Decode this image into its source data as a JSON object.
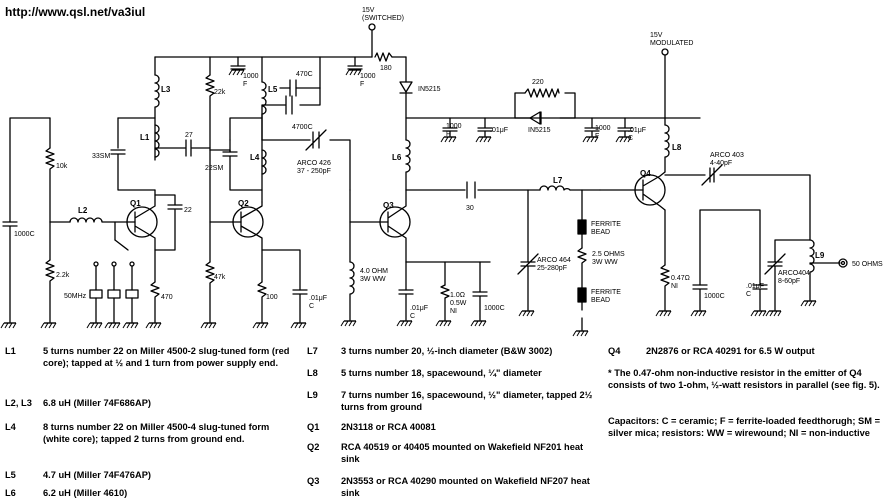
{
  "url": "http://www.qsl.net/va3iul",
  "labels": {
    "supply_switched": "15V\n(SWITCHED)",
    "supply_modulated": "15V\nMODULATED",
    "l1": "L1",
    "l2": "L2",
    "l3": "L3",
    "l4": "L4",
    "l5": "L5",
    "l6": "L6",
    "l7": "L7",
    "l8": "L8",
    "l9": "L9",
    "q1": "Q1",
    "q2": "Q2",
    "q3": "Q3",
    "q4": "Q4",
    "r_10k": "10k",
    "r_22k": "22k",
    "r_2_2k": "2.2k",
    "r_470": "470",
    "r_47k": "47k",
    "r_100": "100",
    "r_180": "180",
    "r_220": "220",
    "r_4ohm": "4.0 OHM\n3W WW",
    "r_1ohm": "1.0Ω\n0.5W\nNI",
    "r_25ohm": "2.5 OHMS\n3W WW",
    "r_047": "0.47Ω\nNI",
    "c_1000c_left": "1000C",
    "c_33sm": "33SM",
    "c_27": "27",
    "c_22": "22",
    "c_1000f_a": "1000\nF",
    "c_470c": "470C",
    "c_4700c": "4700C",
    "c_1000f_b": "1000\nF",
    "c_22sm": "22SM",
    "c_arco426": "ARCO 426\n37 - 250pF",
    "c_01uf_q2": ".01μF\nC",
    "c_30": "30",
    "c_1000f_c": "1000\nF",
    "c_01uf_a": ".01μF",
    "c_1000f_d": "1000\nF",
    "c_01uf_b": ".01μF\nC",
    "c_01uf_q3": ".01μF\nC",
    "c_1000c_q3": "1000C",
    "c_arco464": "ARCO 464\n25-280pF",
    "c_1000c_q4": "1000C",
    "c_01uf_q4": ".01μF\nC",
    "c_arco403": "ARCO 403\n4-40pF",
    "c_arco404": "ARCO404\n8-60pF",
    "d_1n5215_a": "IN5215",
    "d_1n5215_b": "IN5215",
    "xtal": "50MHz",
    "ferrite1": "FERRITE\nBEAD",
    "ferrite2": "FERRITE\nBEAD",
    "output": "50 OHMS"
  },
  "notes": {
    "l1": {
      "k": "L1",
      "v": "5 turns number 22 on Miller 4500-2 slug-tuned form (red core); tapped at ½ and 1 turn from power supply end."
    },
    "l2l3": {
      "k": "L2, L3",
      "v": "6.8 uH (Miller 74F686AP)"
    },
    "l4": {
      "k": "L4",
      "v": "8 turns number 22 on Miller 4500-4 slug-tuned form (white core); tapped 2 turns from ground end."
    },
    "l5": {
      "k": "L5",
      "v": "4.7 uH (Miller 74F476AP)"
    },
    "l6": {
      "k": "L6",
      "v": "6.2 uH (Miller 4610)"
    },
    "l7": {
      "k": "L7",
      "v": "3 turns number 20, ½-inch diameter (B&W 3002)"
    },
    "l8": {
      "k": "L8",
      "v": "5 turns number 18, spacewound, ¼\" diameter"
    },
    "l9": {
      "k": "L9",
      "v": "7 turns number 16, spacewound, ½\" diameter, tapped 2½ turns from ground"
    },
    "q1": {
      "k": "Q1",
      "v": "2N3118 or RCA 40081"
    },
    "q2": {
      "k": "Q2",
      "v": "RCA 40519 or 40405 mounted on Wakefield NF201 heat sink"
    },
    "q3": {
      "k": "Q3",
      "v": "2N3553 or RCA 40290 mounted on Wakefield NF207 heat sink"
    },
    "q4": {
      "k": "Q4",
      "v": "2N2876 or RCA 40291 for 6.5 W output"
    },
    "star": "* The 0.47-ohm non-inductive resistor in the emitter of Q4 consists of two 1-ohm, ½-watt resistors in parallel (see fig. 5).",
    "caps": "Capacitors: C = ceramic; F = ferrite-loaded feedthorugh; SM = silver mica; resistors: WW = wirewound; NI = non-inductive"
  }
}
